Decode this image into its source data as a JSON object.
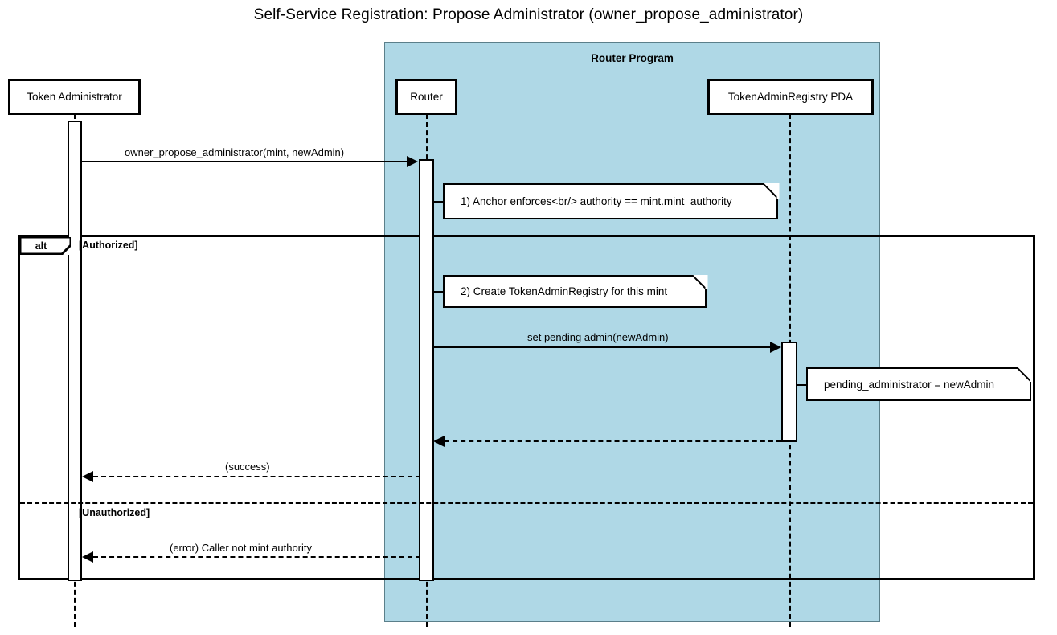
{
  "title": "Self-Service Registration: Propose Administrator (owner_propose_administrator)",
  "group": {
    "label": "Router Program",
    "color": "#AFD8E6"
  },
  "participants": [
    {
      "id": "token-administrator",
      "label": "Token Administrator"
    },
    {
      "id": "router",
      "label": "Router"
    },
    {
      "id": "token-admin-registry-pda",
      "label": "TokenAdminRegistry PDA"
    }
  ],
  "messages": [
    {
      "id": "owner-propose-administrator",
      "label": "owner_propose_administrator(mint, newAdmin)",
      "type": "sync",
      "from": "token-administrator",
      "to": "router"
    },
    {
      "id": "set-pending-admin",
      "label": "set pending admin(newAdmin)",
      "type": "sync",
      "from": "router",
      "to": "token-admin-registry-pda"
    },
    {
      "id": "pda-return",
      "label": "",
      "type": "return",
      "from": "token-admin-registry-pda",
      "to": "router"
    },
    {
      "id": "success-return",
      "label": "(success)",
      "type": "return",
      "from": "router",
      "to": "token-administrator"
    },
    {
      "id": "error-return",
      "label": "(error) Caller not mint authority",
      "type": "return",
      "from": "router",
      "to": "token-administrator"
    }
  ],
  "notes": [
    {
      "id": "note-anchor-enforces",
      "text": "1) Anchor enforces<br/> authority == mint.mint_authority"
    },
    {
      "id": "note-create-registry",
      "text": "2) Create TokenAdminRegistry for this mint"
    },
    {
      "id": "note-pending-administrator",
      "text": "pending_administrator = newAdmin"
    }
  ],
  "fragment": {
    "operator": "alt",
    "guards": [
      {
        "id": "guard-authorized",
        "label": "[Authorized]"
      },
      {
        "id": "guard-unauthorized",
        "label": "[Unauthorized]"
      }
    ]
  },
  "colors": {
    "group_fill": "#AFD8E6",
    "stroke": "#000000",
    "note_fill": "#FFFFFF",
    "background": "#FFFFFF"
  }
}
